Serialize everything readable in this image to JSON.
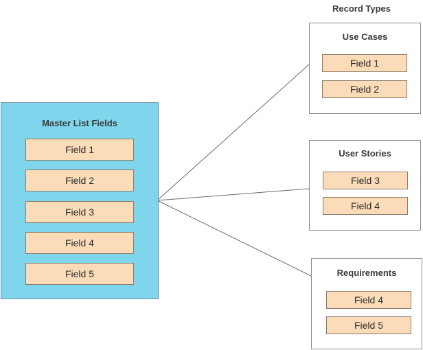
{
  "record_types_title": "Record Types",
  "master": {
    "title": "Master List Fields",
    "fields": [
      "Field 1",
      "Field 2",
      "Field 3",
      "Field 4",
      "Field 5"
    ]
  },
  "record_types": [
    {
      "title": "Use Cases",
      "fields": [
        "Field 1",
        "Field 2"
      ]
    },
    {
      "title": "User Stories",
      "fields": [
        "Field 3",
        "Field 4"
      ]
    },
    {
      "title": "Requirements",
      "fields": [
        "Field 4",
        "Field 5"
      ]
    }
  ],
  "colors": {
    "master_fill": "#7fd6ec",
    "field_fill": "#fcdcb8",
    "connector": "#6a6a6a"
  }
}
